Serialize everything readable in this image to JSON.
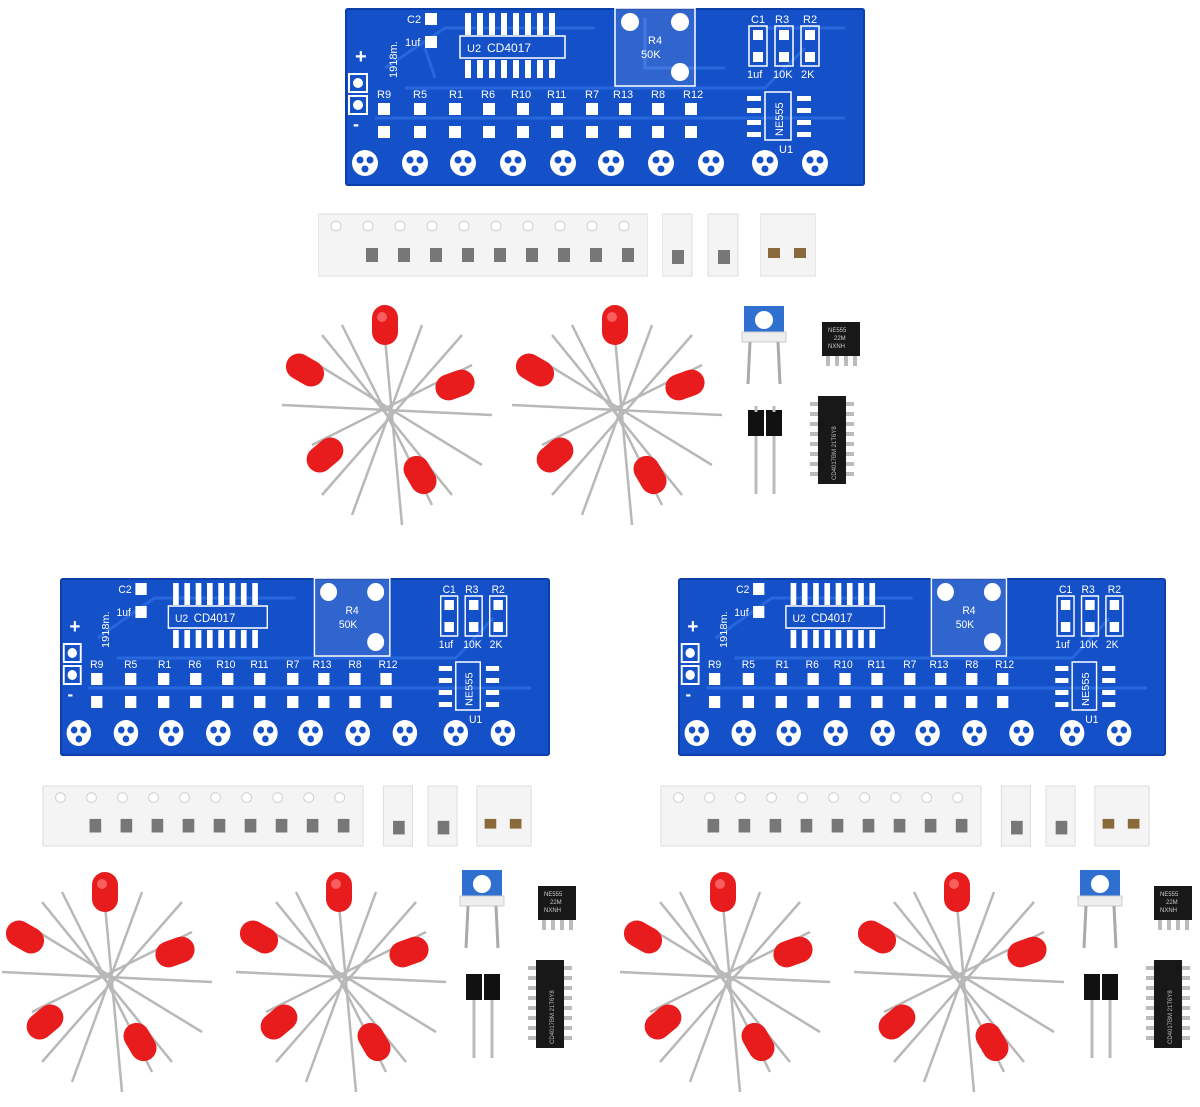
{
  "kits": [
    {
      "id": "kit-top",
      "pcb": {
        "marking": "1918m.",
        "plus": "+",
        "minus": "-",
        "c2": "C2",
        "c2_value": "1uf",
        "u2": "U2",
        "u2_part": "CD4017",
        "r4": "R4",
        "r4_value": "50K",
        "c1": "C1",
        "c1_value": "1uf",
        "r3": "R3",
        "r3_value": "10K",
        "r2": "R2",
        "r2_value": "2K",
        "u1": "U1",
        "u1_part": "NE555",
        "resistors": [
          "R9",
          "R5",
          "R1",
          "R6",
          "R10",
          "R11",
          "R7",
          "R13",
          "R8",
          "R12"
        ]
      }
    },
    {
      "id": "kit-bottom-left",
      "pcb": {
        "marking": "1918m.",
        "plus": "+",
        "minus": "-",
        "c2": "C2",
        "c2_value": "1uf",
        "u2": "U2",
        "u2_part": "CD4017",
        "r4": "R4",
        "r4_value": "50K",
        "c1": "C1",
        "c1_value": "1uf",
        "r3": "R3",
        "r3_value": "10K",
        "r2": "R2",
        "r2_value": "2K",
        "u1": "U1",
        "u1_part": "NE555",
        "resistors": [
          "R9",
          "R5",
          "R1",
          "R6",
          "R10",
          "R11",
          "R7",
          "R13",
          "R8",
          "R12"
        ]
      }
    },
    {
      "id": "kit-bottom-right",
      "pcb": {
        "marking": "1918m.",
        "plus": "+",
        "minus": "-",
        "c2": "C2",
        "c2_value": "1uf",
        "u2": "U2",
        "u2_part": "CD4017",
        "r4": "R4",
        "r4_value": "50K",
        "c1": "C1",
        "c1_value": "1uf",
        "r3": "R3",
        "r3_value": "10K",
        "r2": "R2",
        "r2_value": "2K",
        "u1": "U1",
        "u1_part": "NE555",
        "resistors": [
          "R9",
          "R5",
          "R1",
          "R6",
          "R10",
          "R11",
          "R7",
          "R13",
          "R8",
          "R12"
        ]
      }
    }
  ],
  "chips": {
    "ne555_line1": "NE555",
    "ne555_line2": "22M",
    "ne555_line3": "NXNH",
    "cd4017_text": "CD4017BM 21T6Y8"
  },
  "colors": {
    "pcb_blue": "#1450c8",
    "led_red": "#e81c1c",
    "reel_white": "#f4f4f4",
    "trimmer_blue": "#2e6fd0"
  }
}
